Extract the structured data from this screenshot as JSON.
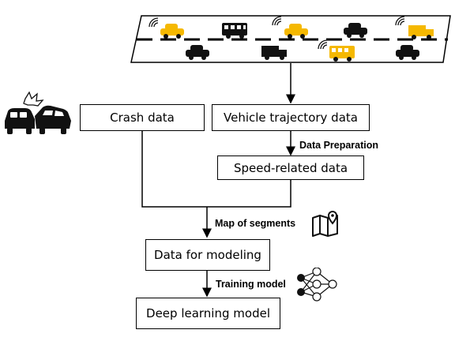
{
  "nodes": {
    "crash": "Crash data",
    "trajectory": "Vehicle trajectory data",
    "speed": "Speed-related data",
    "modeling": "Data for modeling",
    "deep_learning": "Deep learning model"
  },
  "edge_labels": {
    "data_prep": "Data Preparation",
    "map_segments": "Map of segments",
    "training": "Training model"
  },
  "colors": {
    "connected_vehicle": "#f5b800",
    "vehicle": "#111111",
    "line": "#000000"
  },
  "icons": [
    "road-traffic-icon",
    "car-crash-icon",
    "map-pin-icon",
    "neural-network-icon"
  ]
}
